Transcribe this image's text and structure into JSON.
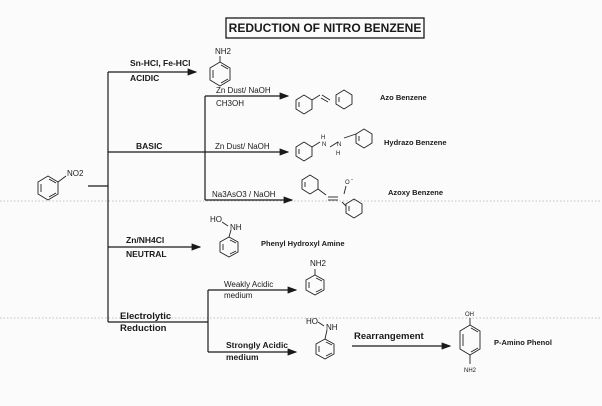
{
  "title": "REDUCTION OF NITRO BENZENE",
  "start": {
    "group": "NO2"
  },
  "branches": {
    "acidic": {
      "reagent": "Sn-HCl, Fe-HCl",
      "label": "ACIDIC",
      "product_group": "NH2"
    },
    "basic": {
      "label": "BASIC",
      "sub": [
        {
          "reagent": "Zn Dust/ NaOH",
          "reagent2": "CH3OH",
          "product": "Azo Benzene"
        },
        {
          "reagent": "Zn Dust/ NaOH",
          "product": "Hydrazo Benzene",
          "atom_a": "H",
          "atom_b": "H",
          "atom_c": "N",
          "atom_d": "N"
        },
        {
          "reagent": "Na3AsO3 / NaOH",
          "product": "Azoxy Benzene",
          "charge": "O",
          "charge_sign": "-"
        }
      ]
    },
    "neutral": {
      "reagent": "Zn/NH4Cl",
      "label": "NEUTRAL",
      "product": "Phenyl Hydroxyl Amine",
      "group_ho": "HO",
      "group_nh": "NH"
    },
    "electrolytic": {
      "label_line1": "Electrolytic",
      "label_line2": "Reduction",
      "weak": {
        "line1": "Weakly Acidic",
        "line2": "medium",
        "product_group": "NH2"
      },
      "strong": {
        "line1": "Strongly Acidic",
        "line2": "medium",
        "group_ho": "HO",
        "group_nh": "NH"
      },
      "rearrangement": "Rearrangement",
      "final": {
        "top_group": "OH",
        "bottom_group": "NH2",
        "product": "P-Amino Phenol"
      }
    }
  }
}
